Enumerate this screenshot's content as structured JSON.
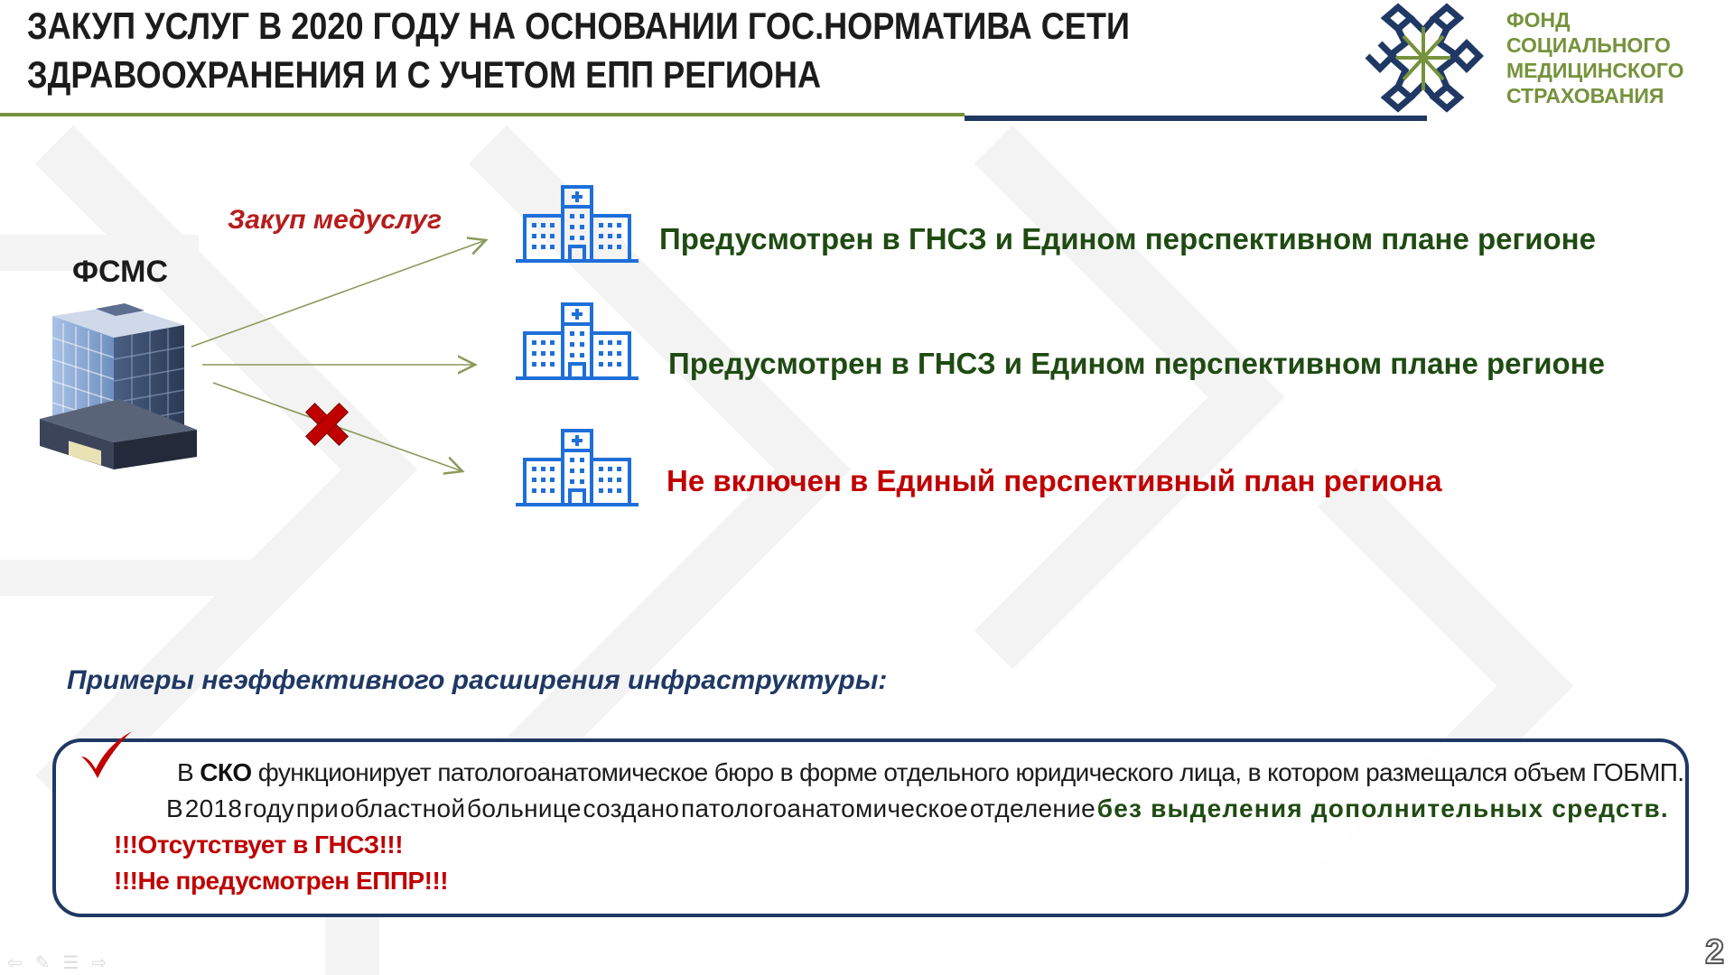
{
  "header": {
    "title_line1": "ЗАКУП УСЛУГ В 2020 ГОДУ НА ОСНОВАНИИ ГОС.НОРМАТИВА СЕТИ",
    "title_line2": "ЗДРАВООХРАНЕНИЯ И С УЧЕТОМ ЕПП РЕГИОНА"
  },
  "logo": {
    "line1": "ФОНД",
    "line2": "СОЦИАЛЬНОГО",
    "line3": "МЕДИЦИНСКОГО",
    "line4": "СТРАХОВАНИЯ",
    "color": "#76923c",
    "mark_color": "#1f3864"
  },
  "diagram": {
    "source_label": "ФСМС",
    "arrow_label": "Закуп медуслуг",
    "rows": [
      {
        "text": "Предусмотрен в ГНСЗ и Едином перспективном плане регионе",
        "status": "included",
        "color": "#1f4b12"
      },
      {
        "text": "Предусмотрен в ГНСЗ и Едином перспективном плане регионе",
        "status": "included",
        "color": "#1f4b12"
      },
      {
        "text": "Не включен в Единый перспективный план региона",
        "status": "excluded",
        "color": "#c00000"
      }
    ],
    "icon_color": "#1e6fd9",
    "blocked_mark_color": "#c00000"
  },
  "examples": {
    "heading": "Примеры неэффективного расширения инфраструктуры:",
    "p1_pre": "В",
    "p1_bold": "СКО",
    "p1_post": "функционирует патологоанатомическое бюро в форме отдельного юридического лица, в котором размещался объем ГОБМП.",
    "p2_w1": "В",
    "p2_w2": "2018",
    "p2_w3": "году",
    "p2_w4": "при",
    "p2_w5": "областной",
    "p2_w6": "больнице",
    "p2_w7": "создано",
    "p2_w8": "патологоанатомическое",
    "p2_w9": "отделение",
    "p2_bold": "без выделения дополнительных средств.",
    "alert1": "!!!Отсутствует в ГНСЗ!!!",
    "alert2": "!!!Не предусмотрен ЕППР!!!"
  },
  "footer": {
    "page_number": "2",
    "nav_prev": "⇦",
    "nav_pen": "✎",
    "nav_menu": "☰",
    "nav_next": "⇨"
  }
}
